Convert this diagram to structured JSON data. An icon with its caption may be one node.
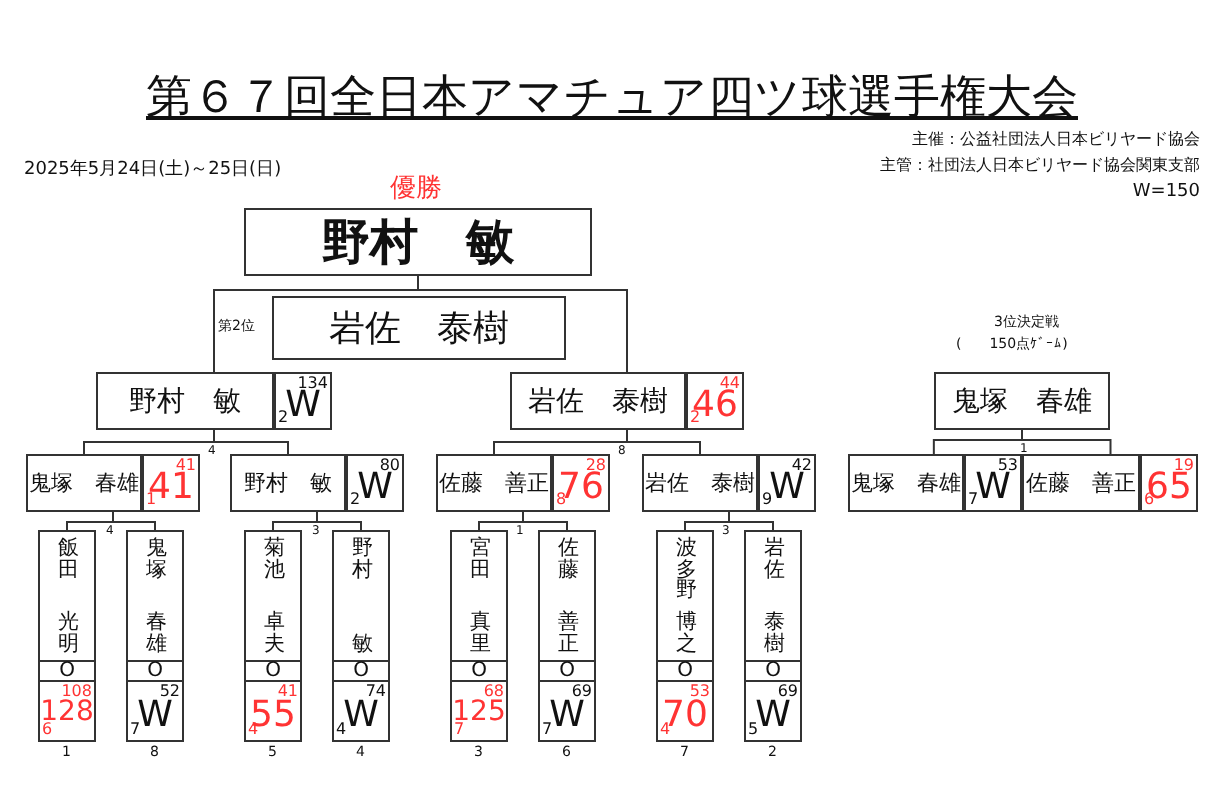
{
  "diagram": {
    "title": "第６７回全日本アマチュア四ツ球選手権大会",
    "nodes": [
      {
        "text": [
          "優勝",
          "野村　敏"
        ]
      },
      {
        "text": [
          "第2位",
          "岩佐　泰樹"
        ]
      },
      {
        "text": [
          "野村　敏"
        ]
      },
      {
        "text": [
          "134",
          "W",
          "2"
        ]
      },
      {
        "text": [
          "岩佐　泰樹"
        ]
      },
      {
        "text": [
          "44",
          "46",
          "2"
        ]
      },
      {
        "text": [
          "鬼塚　春雄"
        ]
      },
      {
        "text": [
          "鬼塚　春雄"
        ]
      },
      {
        "text": [
          "41",
          "41",
          "1"
        ]
      },
      {
        "text": [
          "野村　敏"
        ]
      },
      {
        "text": [
          "80",
          "W",
          "2"
        ]
      },
      {
        "text": [
          "佐藤　善正"
        ]
      },
      {
        "text": [
          "28",
          "76",
          "8"
        ]
      },
      {
        "text": [
          "岩佐　泰樹"
        ]
      },
      {
        "text": [
          "42",
          "W",
          "9"
        ]
      },
      {
        "text": [
          "鬼塚　春雄"
        ]
      },
      {
        "text": [
          "53",
          "W",
          "7"
        ]
      },
      {
        "text": [
          "佐藤　善正"
        ]
      },
      {
        "text": [
          "19",
          "65",
          "6"
        ]
      },
      {
        "text": [
          "飯田",
          "光明"
        ]
      },
      {
        "text": [
          "O"
        ]
      },
      {
        "text": [
          "108",
          "128",
          "6"
        ]
      },
      {
        "text": [
          "鬼塚",
          "春雄"
        ]
      },
      {
        "text": [
          "O"
        ]
      },
      {
        "text": [
          "52",
          "W",
          "7"
        ]
      },
      {
        "text": [
          "菊池",
          "卓夫"
        ]
      },
      {
        "text": [
          "O"
        ]
      },
      {
        "text": [
          "41",
          "55",
          "4"
        ]
      },
      {
        "text": [
          "野村",
          "敏"
        ]
      },
      {
        "text": [
          "O"
        ]
      },
      {
        "text": [
          "74",
          "W",
          "4"
        ]
      },
      {
        "text": [
          "宮田",
          "真里"
        ]
      },
      {
        "text": [
          "O"
        ]
      },
      {
        "text": [
          "68",
          "125",
          "7"
        ]
      },
      {
        "text": [
          "佐藤",
          "善正"
        ]
      },
      {
        "text": [
          "O"
        ]
      },
      {
        "text": [
          "69",
          "W",
          "7"
        ]
      },
      {
        "text": [
          "波多野",
          "博之"
        ]
      },
      {
        "text": [
          "O"
        ]
      },
      {
        "text": [
          "53",
          "70",
          "4"
        ]
      },
      {
        "text": [
          "岩佐",
          "泰樹"
        ]
      },
      {
        "text": [
          "O"
        ]
      },
      {
        "text": [
          "69",
          "W",
          "5"
        ]
      }
    ],
    "edges": [
      {
        "from": 2,
        "to": 0,
        "arrow": "none"
      },
      {
        "from": 4,
        "to": 0,
        "arrow": "none"
      },
      {
        "from": 7,
        "to": 2,
        "arrow": "none"
      },
      {
        "from": 9,
        "to": 2,
        "arrow": "none"
      },
      {
        "from": 11,
        "to": 4,
        "arrow": "none"
      },
      {
        "from": 13,
        "to": 4,
        "arrow": "none"
      },
      {
        "from": 15,
        "to": 6,
        "arrow": "none"
      },
      {
        "from": 17,
        "to": 6,
        "arrow": "none"
      },
      {
        "from": 19,
        "to": 7,
        "arrow": "none"
      },
      {
        "from": 22,
        "to": 7,
        "arrow": "none"
      },
      {
        "from": 25,
        "to": 9,
        "arrow": "none"
      },
      {
        "from": 28,
        "to": 9,
        "arrow": "none"
      },
      {
        "from": 31,
        "to": 11,
        "arrow": "none"
      },
      {
        "from": 34,
        "to": 11,
        "arrow": "none"
      },
      {
        "from": 37,
        "to": 13,
        "arrow": "none"
      },
      {
        "from": 40,
        "to": 13,
        "arrow": "none"
      }
    ],
    "labels": [
      "主催：公益社団法人日本ビリヤード協会",
      "2025年5月24日(土)～25日(日)",
      "主管：社団法人日本ビリヤード協会関東支部",
      "W=150",
      "3位決定戦",
      "(　　150点ｹﾞｰﾑ)",
      "4",
      "8",
      "1",
      "4",
      "3",
      "1",
      "3",
      "1",
      "8",
      "5",
      "4",
      "3",
      "6",
      "7",
      "2"
    ]
  }
}
